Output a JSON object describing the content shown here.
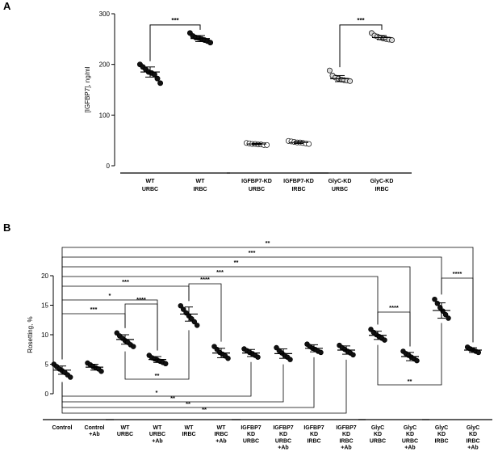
{
  "chart_data": [
    {
      "panel_label": "A",
      "type": "scatter",
      "ylabel": "[IGFBP7], ng/ml",
      "ylim": [
        0,
        300
      ],
      "yticks": [
        0,
        100,
        200,
        300
      ],
      "point_color": "#000000",
      "categories": [
        {
          "lines": [
            "WT",
            "URBC"
          ],
          "values": [
            200,
            195,
            190,
            185,
            183,
            180,
            172,
            163
          ],
          "mean": 185,
          "sd": 10,
          "fill": "#111111"
        },
        {
          "lines": [
            "WT",
            "IRBC"
          ],
          "values": [
            262,
            256,
            253,
            252,
            250,
            248,
            246,
            243
          ],
          "mean": 251,
          "sd": 6,
          "fill": "#111111"
        },
        {
          "lines": [
            "IGFBP7-KD",
            "URBC"
          ],
          "values": [
            45,
            44,
            43,
            43,
            42,
            42,
            41,
            41
          ],
          "mean": 43,
          "sd": 1.5,
          "fill": "#ffffff"
        },
        {
          "lines": [
            "IGFBP7-KD",
            "IRBC"
          ],
          "values": [
            49,
            48,
            47,
            46,
            46,
            45,
            44,
            43
          ],
          "mean": 46,
          "sd": 2,
          "fill": "#ffffff"
        },
        {
          "lines": [
            "GlyC-KD",
            "URBC"
          ],
          "values": [
            188,
            178,
            174,
            172,
            170,
            169,
            168,
            167
          ],
          "mean": 172,
          "sd": 6,
          "fill": "#d9d9d9"
        },
        {
          "lines": [
            "GlyC-KD",
            "IRBC"
          ],
          "values": [
            262,
            257,
            255,
            253,
            251,
            250,
            249,
            248
          ],
          "mean": 253,
          "sd": 4,
          "fill": "#d9d9d9"
        }
      ],
      "groups": [
        [
          0,
          1
        ],
        [
          2,
          3
        ],
        [
          4,
          5
        ]
      ],
      "significance": [
        {
          "from": 0,
          "to": 1,
          "label": "***"
        },
        {
          "from": 4,
          "to": 5,
          "label": "***"
        }
      ]
    },
    {
      "panel_label": "B",
      "type": "scatter",
      "ylabel": "Rosetting, %",
      "ylim": [
        0,
        20
      ],
      "yticks": [
        0,
        5,
        10,
        15,
        20
      ],
      "point_color": "#000000",
      "categories": [
        {
          "lines": [
            "Control"
          ],
          "values": [
            5.0,
            4.6,
            4.2,
            3.9,
            3.6,
            3.2,
            2.8
          ],
          "mean": 4.0,
          "sd": 0.7
        },
        {
          "lines": [
            "Control",
            "+Ab"
          ],
          "values": [
            5.2,
            4.9,
            4.6,
            4.4,
            4.2,
            3.8
          ],
          "mean": 4.5,
          "sd": 0.5
        },
        {
          "lines": [
            "WT",
            "URBC"
          ],
          "values": [
            10.3,
            9.8,
            9.4,
            9.0,
            8.7,
            8.3,
            8.0
          ],
          "mean": 9.2,
          "sd": 0.8
        },
        {
          "lines": [
            "WT",
            "URBC",
            "+Ab"
          ],
          "values": [
            6.5,
            6.1,
            5.9,
            5.7,
            5.5,
            5.3,
            5.1
          ],
          "mean": 5.8,
          "sd": 0.5
        },
        {
          "lines": [
            "WT",
            "IRBC"
          ],
          "values": [
            14.9,
            14.3,
            13.7,
            13.2,
            12.7,
            12.2,
            11.6
          ],
          "mean": 13.5,
          "sd": 1.2
        },
        {
          "lines": [
            "WT",
            "IRBC",
            "+Ab"
          ],
          "values": [
            8.0,
            7.5,
            7.0,
            6.7,
            6.4,
            6.0
          ],
          "mean": 6.9,
          "sd": 0.8
        },
        {
          "lines": [
            "IGFBP7",
            "KD",
            "URBC"
          ],
          "values": [
            7.6,
            7.3,
            7.0,
            6.8,
            6.5,
            6.2
          ],
          "mean": 6.9,
          "sd": 0.6
        },
        {
          "lines": [
            "IGFBP7",
            "KD",
            "URBC",
            "+Ab"
          ],
          "values": [
            7.8,
            7.3,
            6.9,
            6.5,
            6.2,
            5.8
          ],
          "mean": 6.8,
          "sd": 0.8
        },
        {
          "lines": [
            "IGFBP7",
            "KD",
            "IRBC"
          ],
          "values": [
            8.4,
            8.0,
            7.7,
            7.5,
            7.2,
            7.0
          ],
          "mean": 7.7,
          "sd": 0.6
        },
        {
          "lines": [
            "IGFBP7",
            "KD",
            "IRBC",
            "+Ab"
          ],
          "values": [
            8.2,
            7.8,
            7.5,
            7.2,
            6.9,
            6.6
          ],
          "mean": 7.4,
          "sd": 0.7
        },
        {
          "lines": [
            "GlyC",
            "KD",
            "URBC"
          ],
          "values": [
            10.9,
            10.4,
            10.0,
            9.7,
            9.4,
            9.1
          ],
          "mean": 9.9,
          "sd": 0.7
        },
        {
          "lines": [
            "GlyC",
            "KD",
            "URBC",
            "+Ab"
          ],
          "values": [
            7.2,
            6.8,
            6.5,
            6.2,
            5.9,
            5.6
          ],
          "mean": 6.3,
          "sd": 0.7
        },
        {
          "lines": [
            "GlyC",
            "KD",
            "IRBC"
          ],
          "values": [
            16.0,
            15.3,
            14.6,
            14.0,
            13.4,
            12.8
          ],
          "mean": 14.1,
          "sd": 1.3
        },
        {
          "lines": [
            "GlyC",
            "KD",
            "IRBC",
            "+Ab"
          ],
          "values": [
            7.9,
            7.6,
            7.4,
            7.2,
            7.0
          ],
          "mean": 7.4,
          "sd": 0.4
        }
      ],
      "groups": [
        [
          0,
          1
        ],
        [
          2,
          3,
          4,
          5
        ],
        [
          6,
          7,
          8,
          9
        ],
        [
          10,
          11
        ],
        [
          12,
          13
        ]
      ],
      "sig_top": [
        {
          "from": 0,
          "to": 13,
          "label": "**"
        },
        {
          "from": 0,
          "to": 12,
          "label": "***"
        },
        {
          "from": 0,
          "to": 11,
          "label": "**"
        },
        {
          "from": 0,
          "to": 10,
          "label": "***"
        },
        {
          "from": 0,
          "to": 4,
          "label": "***"
        },
        {
          "from": 0,
          "to": 3,
          "label": "*"
        },
        {
          "from": 0,
          "to": 2,
          "label": "***"
        },
        {
          "from": 2,
          "to": 3,
          "label": "****"
        },
        {
          "from": 4,
          "to": 5,
          "label": "****"
        },
        {
          "from": 10,
          "to": 11,
          "label": "****"
        },
        {
          "from": 12,
          "to": 13,
          "label": "****"
        }
      ],
      "sig_bottom": [
        {
          "from": 2,
          "to": 4,
          "label": "**"
        },
        {
          "from": 10,
          "to": 12,
          "label": "**"
        },
        {
          "from": 0,
          "to": 6,
          "label": "*"
        },
        {
          "from": 0,
          "to": 7,
          "label": "**"
        },
        {
          "from": 0,
          "to": 8,
          "label": "**"
        },
        {
          "from": 0,
          "to": 9,
          "label": "**"
        }
      ]
    }
  ]
}
